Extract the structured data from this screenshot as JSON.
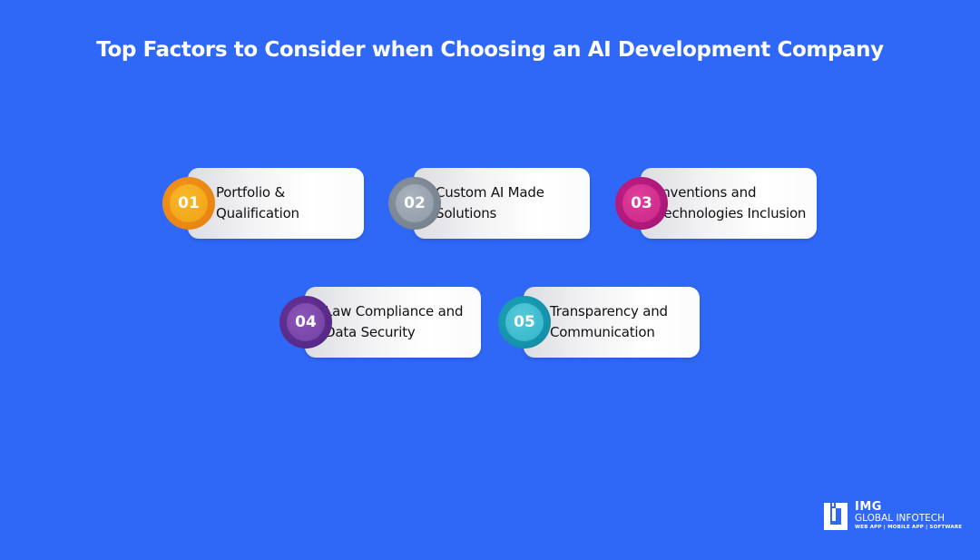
{
  "title": "Top Factors to Consider when Choosing an AI Development Company",
  "factors": [
    {
      "number": "01",
      "line1": "Portfolio &",
      "line2": "Qualification",
      "color_outer": "#ef8a14",
      "color_inner": "#f5a81c"
    },
    {
      "number": "02",
      "line1": "Custom AI Made",
      "line2": "Solutions",
      "color_outer": "#7f8a97",
      "color_inner": "#9aa5b1"
    },
    {
      "number": "03",
      "line1": "Inventions and",
      "line2": "Technologies Inclusion",
      "color_outer": "#b3177c",
      "color_inner": "#d42f92"
    },
    {
      "number": "04",
      "line1": "Law Compliance and",
      "line2": "Data Security",
      "color_outer": "#5b2b8e",
      "color_inner": "#7b47ab"
    },
    {
      "number": "05",
      "line1": "Transparency and",
      "line2": "Communication",
      "color_outer": "#1597ae",
      "color_inner": "#3cbdd0"
    }
  ],
  "logo": {
    "brand": "IMG",
    "name": "GLOBAL INFOTECH",
    "tagline": "WEB APP | MOBILE APP | SOFTWARE"
  },
  "colors": {
    "background": "#2f67f6",
    "card": "#ffffff",
    "text": "#111111"
  }
}
